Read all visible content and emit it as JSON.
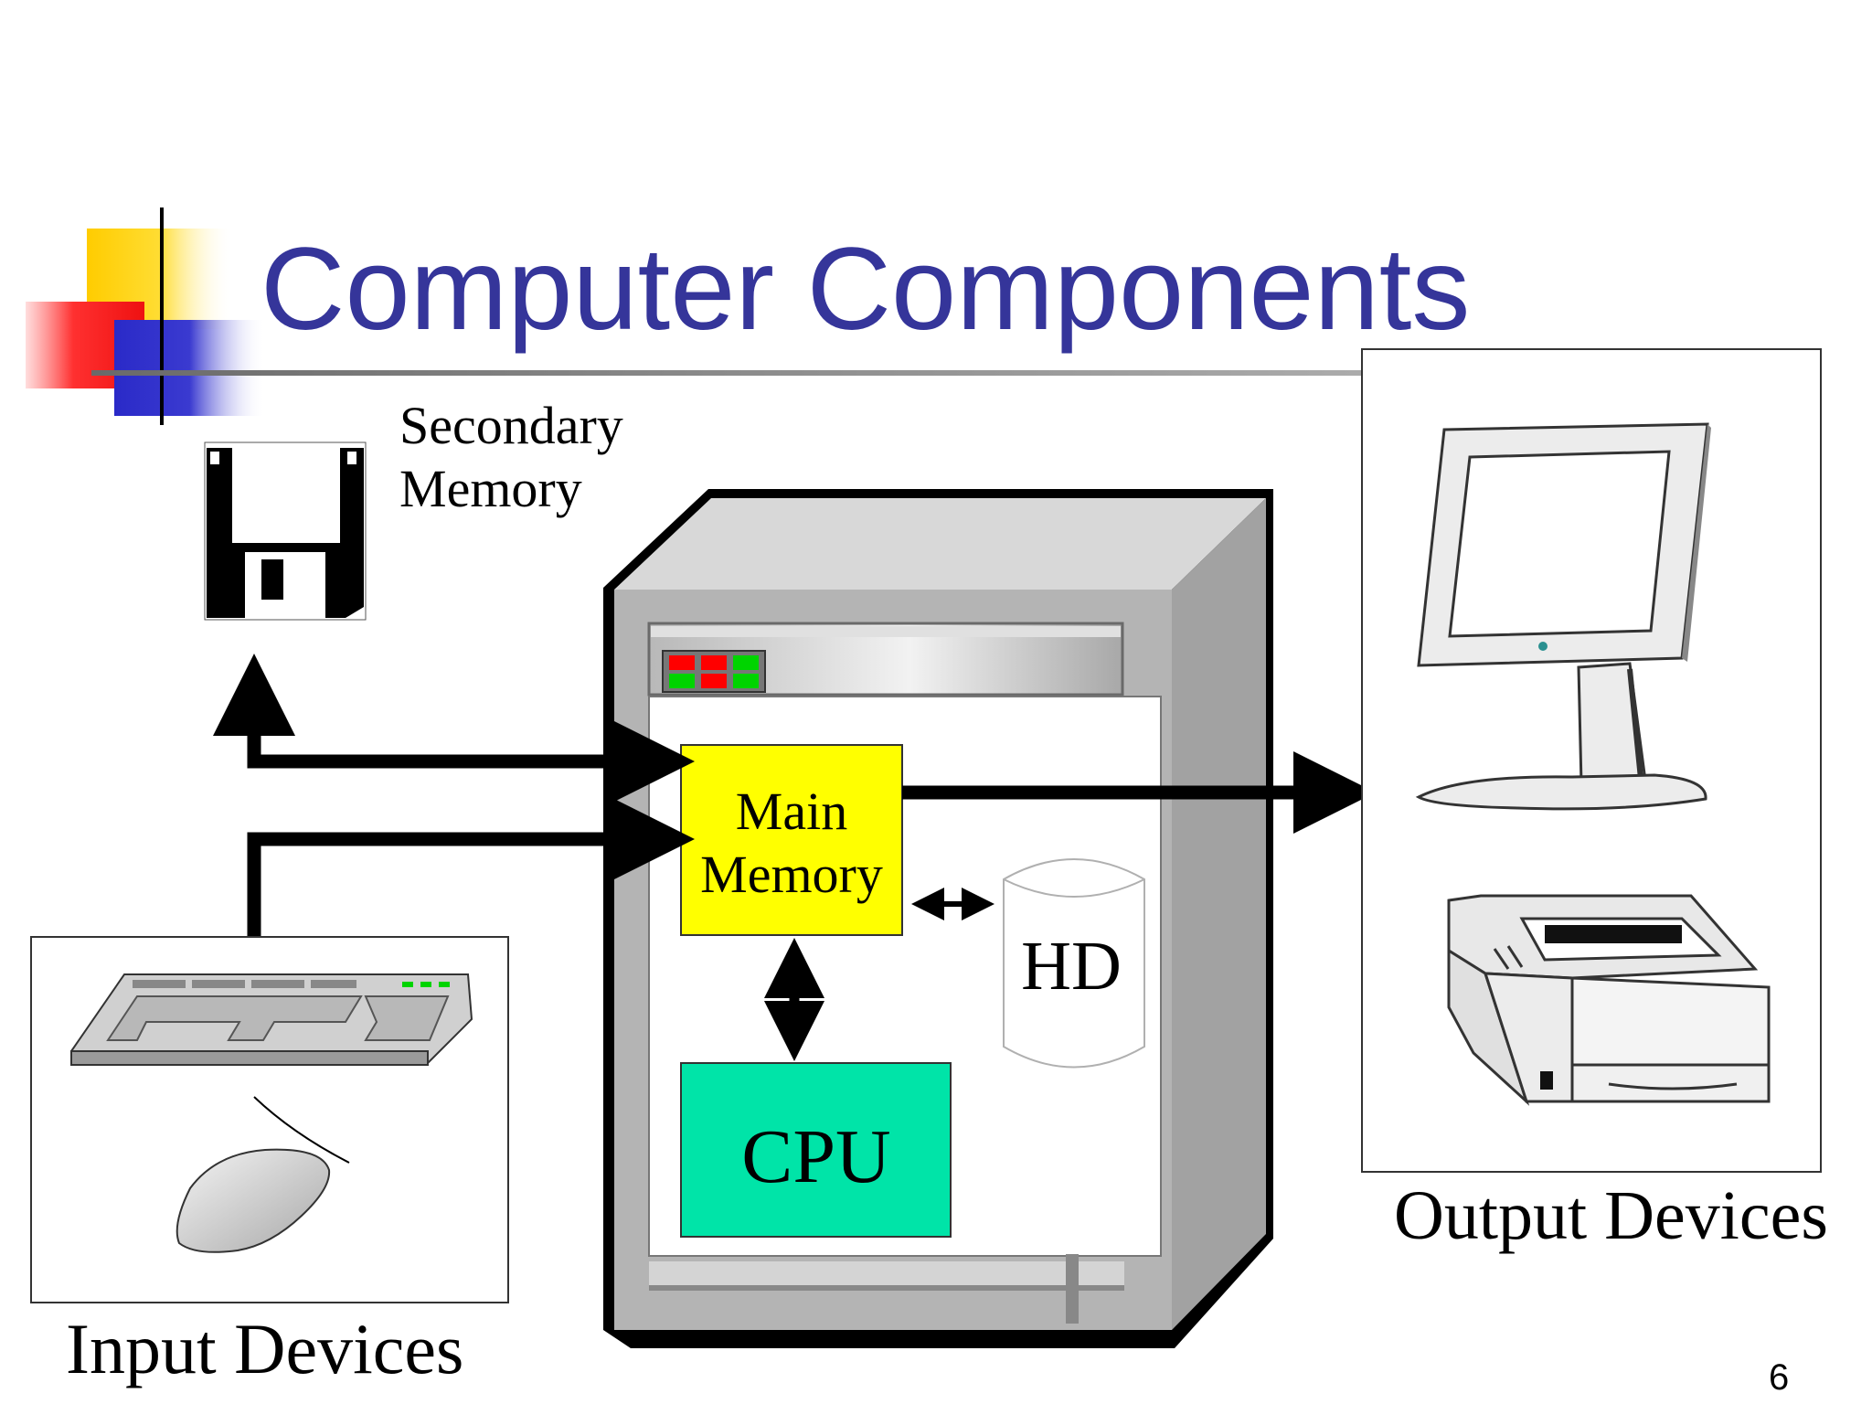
{
  "slide": {
    "title": "Computer Components",
    "page_number": "6"
  },
  "labels": {
    "secondary_memory_line1": "Secondary",
    "secondary_memory_line2": "Memory",
    "main_memory_line1": "Main",
    "main_memory_line2": "Memory",
    "hd": "HD",
    "cpu": "CPU",
    "input_devices": "Input Devices",
    "output_devices": "Output Devices"
  },
  "colors": {
    "title": "#35359a",
    "main_memory_fill": "#ffff00",
    "cpu_fill": "#00e4a8",
    "arrow": "#000000",
    "cabinet_gray": "#b4b4b4",
    "led_red": "#ff0000",
    "led_green": "#00d400"
  },
  "icons": [
    "floppy-disk-icon",
    "keyboard-icon",
    "mouse-icon",
    "monitor-icon",
    "printer-icon",
    "computer-cabinet-icon"
  ]
}
